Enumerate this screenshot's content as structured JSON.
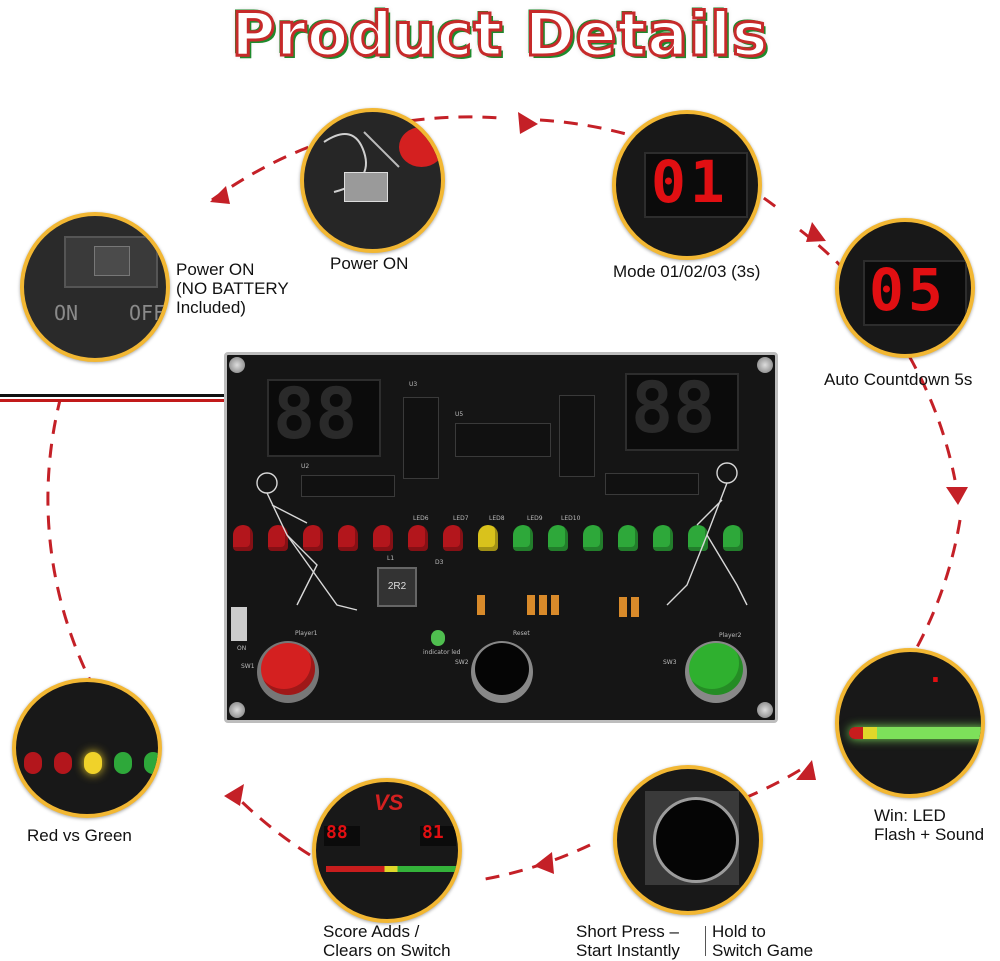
{
  "title": "Product Details",
  "steps": [
    {
      "label": "Power ON\n(NO BATTERY\nIncluded)"
    },
    {
      "label": "Power ON"
    },
    {
      "label": "Mode 01/02/03 (3s)"
    },
    {
      "label": "Auto Countdown 5s"
    },
    {
      "label": "Win: LED\nFlash + Sound"
    },
    {
      "label_left": "Short Press –\nStart Instantly",
      "label_right": "Hold to\nSwitch Game"
    },
    {
      "label": "Score Adds /\nClears on Switch"
    },
    {
      "label": "Red vs Green"
    }
  ],
  "switch_text": {
    "on": "ON",
    "off": "OFF"
  },
  "displays": {
    "mode": "01",
    "countdown": "05"
  },
  "vs_text": "VS",
  "board": {
    "labels": {
      "player1": "Player1",
      "player2": "Player2",
      "reset": "Reset",
      "indicator": "indicator led",
      "inductor": "2R2",
      "sw1": "SW1",
      "sw2": "SW2",
      "sw3": "SW3",
      "u2": "U2",
      "u3": "U3",
      "u5": "U5",
      "l1": "L1",
      "d3": "D3",
      "on": "ON"
    },
    "led_labels": [
      "LED6",
      "LED7",
      "LED8",
      "LED9",
      "LED10"
    ],
    "led_colors": [
      "#b3161c",
      "#b3161c",
      "#b3161c",
      "#b3161c",
      "#b3161c",
      "#b3161c",
      "#b3161c",
      "#d9c21c",
      "#2ea83a",
      "#2ea83a",
      "#2ea83a",
      "#2ea83a",
      "#2ea83a",
      "#2ea83a",
      "#2ea83a"
    ],
    "button_colors": {
      "left": "#d42020",
      "center": "#0a0a0a",
      "right": "#2fb02f"
    }
  },
  "colors": {
    "arrow": "#c42027",
    "bubble_border": "#f2b733"
  }
}
